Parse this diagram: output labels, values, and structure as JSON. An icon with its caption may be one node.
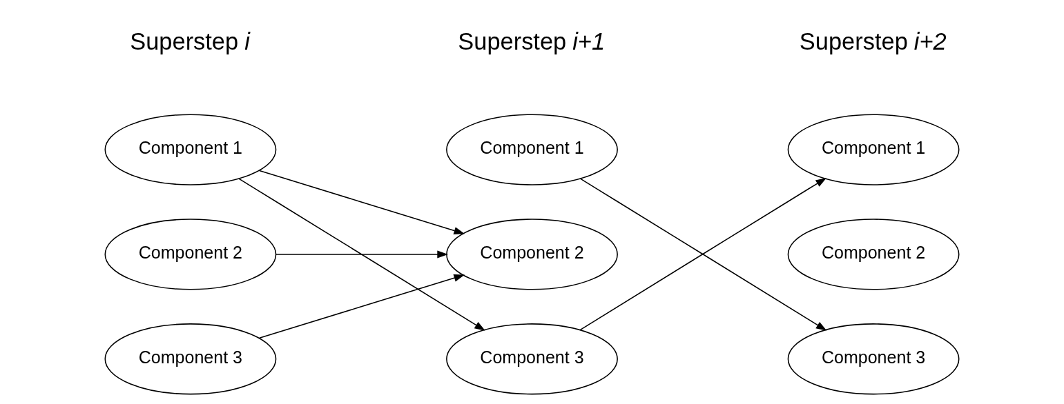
{
  "diagram": {
    "nodes": [
      {
        "text": [
          "Component 1"
        ]
      },
      {
        "text": [
          "Component 2"
        ]
      },
      {
        "text": [
          "Component 3"
        ]
      },
      {
        "text": [
          "Component 1"
        ]
      },
      {
        "text": [
          "Component 2"
        ]
      },
      {
        "text": [
          "Component 3"
        ]
      },
      {
        "text": [
          "Component 1"
        ]
      },
      {
        "text": [
          "Component 2"
        ]
      },
      {
        "text": [
          "Component 3"
        ]
      }
    ],
    "edges": [
      {
        "from": 0,
        "to": 4,
        "arrow": "to"
      },
      {
        "from": 0,
        "to": 5,
        "arrow": "to"
      },
      {
        "from": 1,
        "to": 4,
        "arrow": "to"
      },
      {
        "from": 2,
        "to": 4,
        "arrow": "to"
      },
      {
        "from": 3,
        "to": 8,
        "arrow": "to"
      },
      {
        "from": 5,
        "to": 6,
        "arrow": "to"
      }
    ],
    "labels": [
      "Superstep *i*",
      "Superstep *i+1*",
      "Superstep *i+2*"
    ]
  }
}
